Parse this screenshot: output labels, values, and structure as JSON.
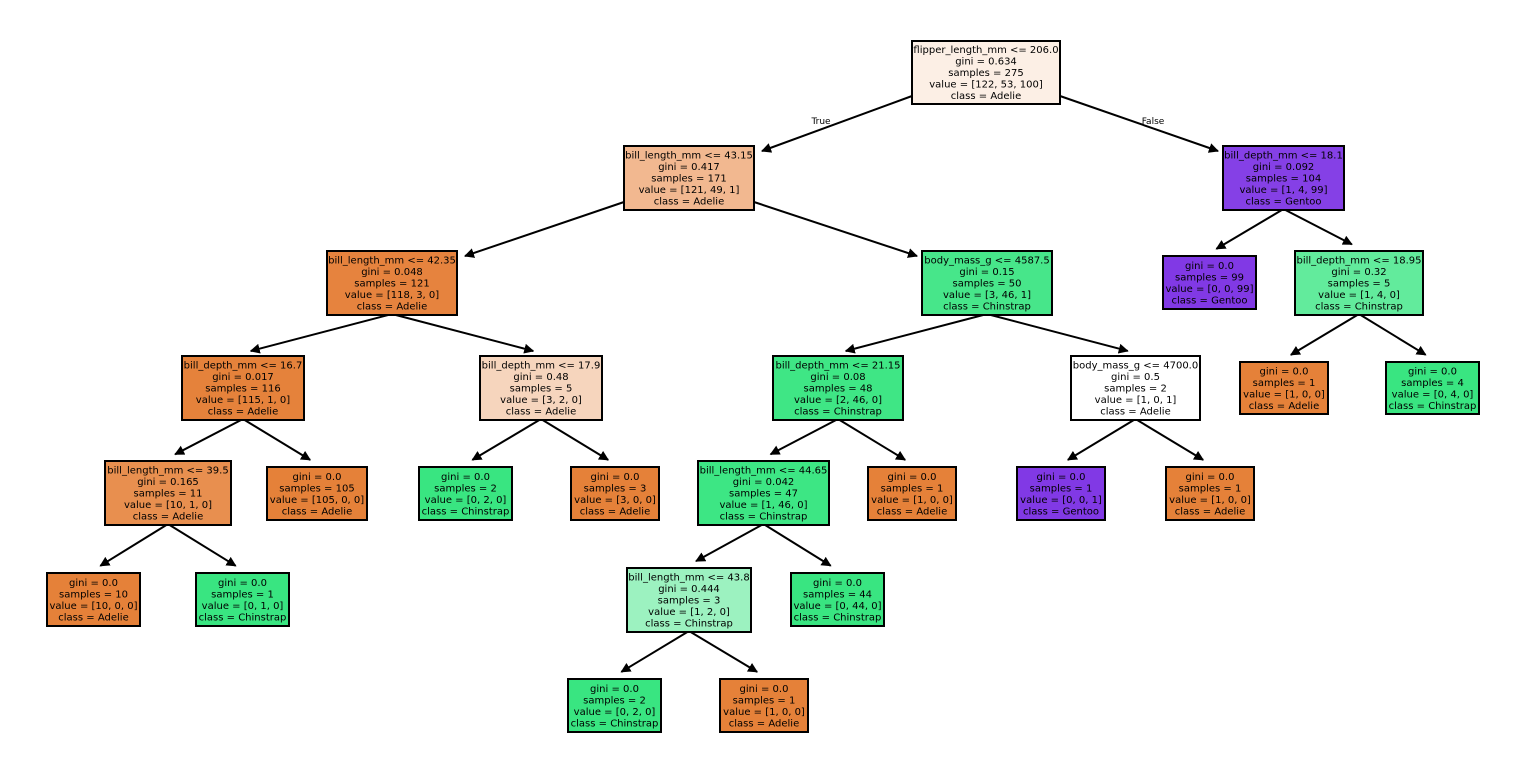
{
  "edge_labels": {
    "true_label": "True",
    "false_label": "False"
  },
  "nodes": [
    {
      "id": "n0",
      "color": "#fcefe5",
      "lines": [
        "flipper_length_mm <= 206.0",
        "gini = 0.634",
        "samples = 275",
        "value = [122, 53, 100]",
        "class = Adelie"
      ]
    },
    {
      "id": "n1",
      "color": "#f2b890",
      "lines": [
        "bill_length_mm <= 43.15",
        "gini = 0.417",
        "samples = 171",
        "value = [121, 49, 1]",
        "class = Adelie"
      ]
    },
    {
      "id": "n2",
      "color": "#8540e6",
      "lines": [
        "bill_depth_mm <= 18.1",
        "gini = 0.092",
        "samples = 104",
        "value = [1, 4, 99]",
        "class = Gentoo"
      ]
    },
    {
      "id": "n3",
      "color": "#e6833e",
      "lines": [
        "bill_length_mm <= 42.35",
        "gini = 0.048",
        "samples = 121",
        "value = [118, 3, 0]",
        "class = Adelie"
      ]
    },
    {
      "id": "n4",
      "color": "#47e68a",
      "lines": [
        "body_mass_g <= 4587.5",
        "gini = 0.15",
        "samples = 50",
        "value = [3, 46, 1]",
        "class = Chinstrap"
      ]
    },
    {
      "id": "n5",
      "color": "#8139e5",
      "lines": [
        "gini = 0.0",
        "samples = 99",
        "value = [0, 0, 99]",
        "class = Gentoo"
      ]
    },
    {
      "id": "n6",
      "color": "#62eb9c",
      "lines": [
        "bill_depth_mm <= 18.95",
        "gini = 0.32",
        "samples = 5",
        "value = [1, 4, 0]",
        "class = Chinstrap"
      ]
    },
    {
      "id": "n7",
      "color": "#e5823b",
      "lines": [
        "bill_depth_mm <= 16.7",
        "gini = 0.017",
        "samples = 116",
        "value = [115, 1, 0]",
        "class = Adelie"
      ]
    },
    {
      "id": "n8",
      "color": "#f6d5bd",
      "lines": [
        "bill_depth_mm <= 17.9",
        "gini = 0.48",
        "samples = 5",
        "value = [3, 2, 0]",
        "class = Adelie"
      ]
    },
    {
      "id": "n9",
      "color": "#3fe685",
      "lines": [
        "bill_depth_mm <= 21.15",
        "gini = 0.08",
        "samples = 48",
        "value = [2, 46, 0]",
        "class = Chinstrap"
      ]
    },
    {
      "id": "n10",
      "color": "#ffffff",
      "lines": [
        "body_mass_g <= 4700.0",
        "gini = 0.5",
        "samples = 2",
        "value = [1, 0, 1]",
        "class = Adelie"
      ]
    },
    {
      "id": "n11",
      "color": "#e58139",
      "lines": [
        "gini = 0.0",
        "samples = 1",
        "value = [1, 0, 0]",
        "class = Adelie"
      ]
    },
    {
      "id": "n12",
      "color": "#39e581",
      "lines": [
        "gini = 0.0",
        "samples = 4",
        "value = [0, 4, 0]",
        "class = Chinstrap"
      ]
    },
    {
      "id": "n13",
      "color": "#e88f4f",
      "lines": [
        "bill_length_mm <= 39.5",
        "gini = 0.165",
        "samples = 11",
        "value = [10, 1, 0]",
        "class = Adelie"
      ]
    },
    {
      "id": "n14",
      "color": "#e58139",
      "lines": [
        "gini = 0.0",
        "samples = 105",
        "value = [105, 0, 0]",
        "class = Adelie"
      ]
    },
    {
      "id": "n15",
      "color": "#39e581",
      "lines": [
        "gini = 0.0",
        "samples = 2",
        "value = [0, 2, 0]",
        "class = Chinstrap"
      ]
    },
    {
      "id": "n16",
      "color": "#e58139",
      "lines": [
        "gini = 0.0",
        "samples = 3",
        "value = [3, 0, 0]",
        "class = Adelie"
      ]
    },
    {
      "id": "n17",
      "color": "#3de684",
      "lines": [
        "bill_length_mm <= 44.65",
        "gini = 0.042",
        "samples = 47",
        "value = [1, 46, 0]",
        "class = Chinstrap"
      ]
    },
    {
      "id": "n18",
      "color": "#e58139",
      "lines": [
        "gini = 0.0",
        "samples = 1",
        "value = [1, 0, 0]",
        "class = Adelie"
      ]
    },
    {
      "id": "n19",
      "color": "#8139e5",
      "lines": [
        "gini = 0.0",
        "samples = 1",
        "value = [0, 0, 1]",
        "class = Gentoo"
      ]
    },
    {
      "id": "n20",
      "color": "#e58139",
      "lines": [
        "gini = 0.0",
        "samples = 1",
        "value = [1, 0, 0]",
        "class = Adelie"
      ]
    },
    {
      "id": "n21",
      "color": "#e58139",
      "lines": [
        "gini = 0.0",
        "samples = 10",
        "value = [10, 0, 0]",
        "class = Adelie"
      ]
    },
    {
      "id": "n22",
      "color": "#39e581",
      "lines": [
        "gini = 0.0",
        "samples = 1",
        "value = [0, 1, 0]",
        "class = Chinstrap"
      ]
    },
    {
      "id": "n23",
      "color": "#9cf2c0",
      "lines": [
        "bill_length_mm <= 43.8",
        "gini = 0.444",
        "samples = 3",
        "value = [1, 2, 0]",
        "class = Chinstrap"
      ]
    },
    {
      "id": "n24",
      "color": "#39e581",
      "lines": [
        "gini = 0.0",
        "samples = 44",
        "value = [0, 44, 0]",
        "class = Chinstrap"
      ]
    },
    {
      "id": "n25",
      "color": "#39e581",
      "lines": [
        "gini = 0.0",
        "samples = 2",
        "value = [0, 2, 0]",
        "class = Chinstrap"
      ]
    },
    {
      "id": "n26",
      "color": "#e58139",
      "lines": [
        "gini = 0.0",
        "samples = 1",
        "value = [1, 0, 0]",
        "class = Adelie"
      ]
    }
  ],
  "edges": [
    [
      "n0",
      "n1"
    ],
    [
      "n0",
      "n2"
    ],
    [
      "n1",
      "n3"
    ],
    [
      "n1",
      "n4"
    ],
    [
      "n2",
      "n5"
    ],
    [
      "n2",
      "n6"
    ],
    [
      "n3",
      "n7"
    ],
    [
      "n3",
      "n8"
    ],
    [
      "n4",
      "n9"
    ],
    [
      "n4",
      "n10"
    ],
    [
      "n6",
      "n11"
    ],
    [
      "n6",
      "n12"
    ],
    [
      "n7",
      "n13"
    ],
    [
      "n7",
      "n14"
    ],
    [
      "n8",
      "n15"
    ],
    [
      "n8",
      "n16"
    ],
    [
      "n9",
      "n17"
    ],
    [
      "n9",
      "n18"
    ],
    [
      "n10",
      "n19"
    ],
    [
      "n10",
      "n20"
    ],
    [
      "n13",
      "n21"
    ],
    [
      "n13",
      "n22"
    ],
    [
      "n17",
      "n23"
    ],
    [
      "n17",
      "n24"
    ],
    [
      "n23",
      "n25"
    ],
    [
      "n23",
      "n26"
    ]
  ]
}
